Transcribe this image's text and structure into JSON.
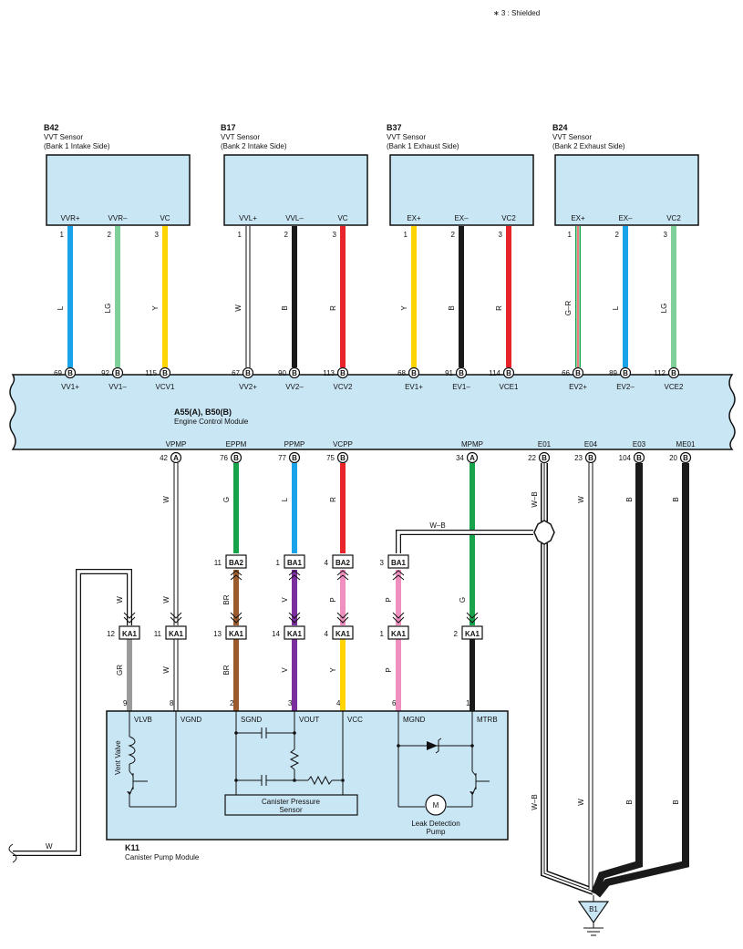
{
  "note": "∗ 3 : Shielded",
  "ecm": {
    "code": "A55(A), B50(B)",
    "name": "Engine Control Module"
  },
  "sensors": [
    {
      "code": "B42",
      "name": "VVT Sensor",
      "sub": "(Bank 1 Intake Side)",
      "pins": [
        {
          "term": "VVR+",
          "num": "1",
          "color": "L",
          "ecm_term": "VV1+",
          "ecm_pin": "69",
          "ecm_conn": "B"
        },
        {
          "term": "VVR–",
          "num": "2",
          "color": "LG",
          "ecm_term": "VV1–",
          "ecm_pin": "92",
          "ecm_conn": "B"
        },
        {
          "term": "VC",
          "num": "3",
          "color": "Y",
          "ecm_term": "VCV1",
          "ecm_pin": "115",
          "ecm_conn": "B"
        }
      ]
    },
    {
      "code": "B17",
      "name": "VVT Sensor",
      "sub": "(Bank 2 Intake Side)",
      "pins": [
        {
          "term": "VVL+",
          "num": "1",
          "color": "W",
          "ecm_term": "VV2+",
          "ecm_pin": "67",
          "ecm_conn": "B"
        },
        {
          "term": "VVL–",
          "num": "2",
          "color": "B",
          "ecm_term": "VV2–",
          "ecm_pin": "90",
          "ecm_conn": "B"
        },
        {
          "term": "VC",
          "num": "3",
          "color": "R",
          "ecm_term": "VCV2",
          "ecm_pin": "113",
          "ecm_conn": "B"
        }
      ]
    },
    {
      "code": "B37",
      "name": "VVT Sensor",
      "sub": "(Bank 1 Exhaust Side)",
      "pins": [
        {
          "term": "EX+",
          "num": "1",
          "color": "Y",
          "ecm_term": "EV1+",
          "ecm_pin": "68",
          "ecm_conn": "B"
        },
        {
          "term": "EX–",
          "num": "2",
          "color": "B",
          "ecm_term": "EV1–",
          "ecm_pin": "91",
          "ecm_conn": "B"
        },
        {
          "term": "VC2",
          "num": "3",
          "color": "R",
          "ecm_term": "VCE1",
          "ecm_pin": "114",
          "ecm_conn": "B"
        }
      ]
    },
    {
      "code": "B24",
      "name": "VVT Sensor",
      "sub": "(Bank 2 Exhaust Side)",
      "pins": [
        {
          "term": "EX+",
          "num": "1",
          "color": "G–R",
          "ecm_term": "EV2+",
          "ecm_pin": "66",
          "ecm_conn": "B"
        },
        {
          "term": "EX–",
          "num": "2",
          "color": "L",
          "ecm_term": "EV2–",
          "ecm_pin": "89",
          "ecm_conn": "B"
        },
        {
          "term": "VC2",
          "num": "3",
          "color": "LG",
          "ecm_term": "VCE2",
          "ecm_pin": "112",
          "ecm_conn": "B"
        }
      ]
    }
  ],
  "ecm_bottom_pins": [
    {
      "term": "VPMP",
      "pin": "42",
      "conn": "A"
    },
    {
      "term": "EPPM",
      "pin": "76",
      "conn": "B"
    },
    {
      "term": "PPMP",
      "pin": "77",
      "conn": "B"
    },
    {
      "term": "VCPP",
      "pin": "75",
      "conn": "B"
    },
    {
      "term": "MPMP",
      "pin": "34",
      "conn": "A"
    },
    {
      "term": "E01",
      "pin": "22",
      "conn": "B"
    },
    {
      "term": "E04",
      "pin": "23",
      "conn": "B"
    },
    {
      "term": "E03",
      "pin": "104",
      "conn": "B"
    },
    {
      "term": "ME01",
      "pin": "20",
      "conn": "B"
    }
  ],
  "upper_connectors": [
    {
      "num": "11",
      "conn": "BA2"
    },
    {
      "num": "1",
      "conn": "BA1"
    },
    {
      "num": "4",
      "conn": "BA2"
    },
    {
      "num": "3",
      "conn": "BA1"
    }
  ],
  "ka1_connectors": [
    {
      "num": "12",
      "conn": "KA1"
    },
    {
      "num": "11",
      "conn": "KA1"
    },
    {
      "num": "13",
      "conn": "KA1"
    },
    {
      "num": "14",
      "conn": "KA1"
    },
    {
      "num": "4",
      "conn": "KA1"
    },
    {
      "num": "1",
      "conn": "KA1"
    },
    {
      "num": "2",
      "conn": "KA1"
    }
  ],
  "wire_colors": {
    "vpmp": "W",
    "eppm": "G",
    "ppmp": "L",
    "vcpp": "R",
    "mpmp": "G",
    "e01": "W–B",
    "e04": "W",
    "e03": "B",
    "me01": "B",
    "shield": "W–B",
    "eppm_mid": "BR",
    "ppmp_mid": "V",
    "vcpp_mid": "P",
    "shield_mid": "P",
    "vent_mid": "W",
    "vpmp_mid": "W",
    "vent_low": "GR",
    "vpmp_low": "W",
    "eppm_low": "BR",
    "ppmp_low": "V",
    "vcpp_low": "Y",
    "shield_low": "P",
    "left_ext": "W"
  },
  "pump_module": {
    "code": "K11",
    "name": "Canister Pump Module",
    "pins": [
      {
        "num": "9",
        "term": "VLVB"
      },
      {
        "num": "8",
        "term": "VGND"
      },
      {
        "num": "2",
        "term": "SGND"
      },
      {
        "num": "3",
        "term": "VOUT"
      },
      {
        "num": "4",
        "term": "VCC"
      },
      {
        "num": "6",
        "term": "MGND"
      },
      {
        "num": "1",
        "term": "MTRB"
      }
    ],
    "vent_valve": "Vent Valve",
    "pressure_sensor": [
      "Canister Pressure",
      "Sensor"
    ],
    "motor_symbol": "M",
    "leak_pump": [
      "Leak Detection",
      "Pump"
    ]
  },
  "ground": {
    "label": "B1"
  },
  "colors": {
    "module_fill": "#c9e6f5",
    "L": "#1aa3e8",
    "LG": "#7fcf9a",
    "Y": "#ffd400",
    "W": "#ffffff",
    "B": "#1a1a1a",
    "R": "#e8242a",
    "G": "#16a34a",
    "BR": "#9a5a2b",
    "V": "#7b2f9e",
    "P": "#ef8fbf",
    "GR": "#9a9a9a"
  }
}
